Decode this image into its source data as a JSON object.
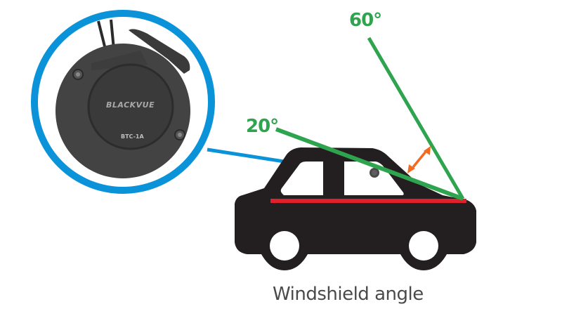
{
  "labels": {
    "angle_max": "60°",
    "angle_min": "20°",
    "caption": "Windshield angle"
  },
  "device": {
    "brand": "BLACKVUE",
    "model": "BTC-1A"
  },
  "colors": {
    "green_lines": "#2ea44f",
    "blue_callout": "#0b93d9",
    "red_baseline": "#e0202a",
    "orange_arrow": "#f26b21",
    "car_body": "#231f20",
    "caption_text": "#4a4a4a"
  }
}
